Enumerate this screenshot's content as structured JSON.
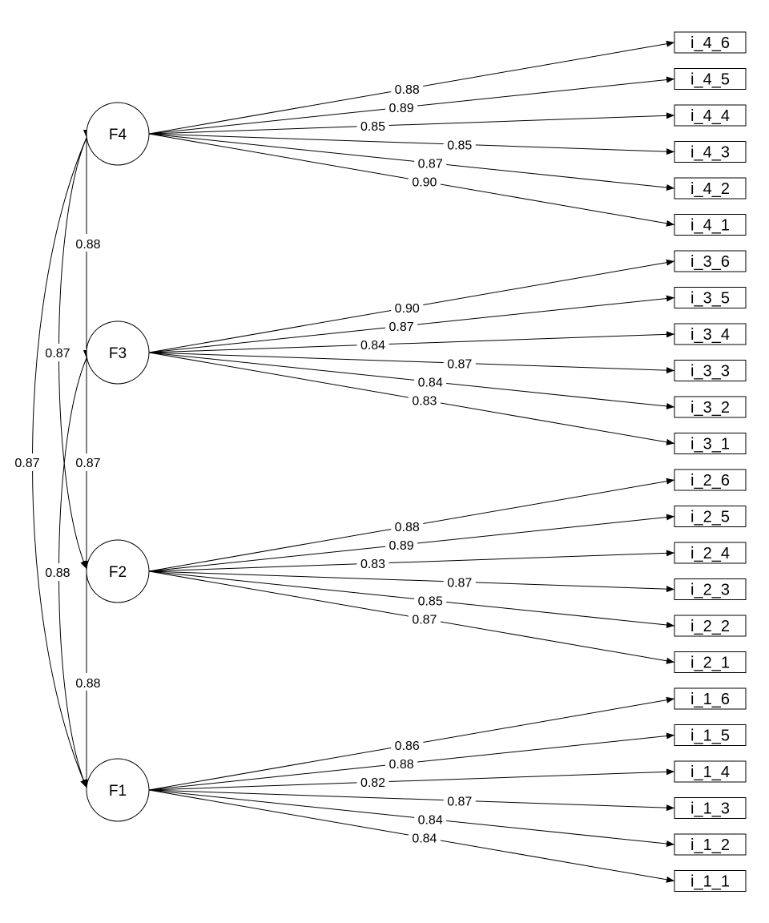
{
  "factors": [
    {
      "label": "F4",
      "items": [
        {
          "label": "i_4_6",
          "loading": "0.88"
        },
        {
          "label": "i_4_5",
          "loading": "0.89"
        },
        {
          "label": "i_4_4",
          "loading": "0.85"
        },
        {
          "label": "i_4_3",
          "loading": "0.85"
        },
        {
          "label": "i_4_2",
          "loading": "0.87"
        },
        {
          "label": "i_4_1",
          "loading": "0.90"
        }
      ]
    },
    {
      "label": "F3",
      "items": [
        {
          "label": "i_3_6",
          "loading": "0.90"
        },
        {
          "label": "i_3_5",
          "loading": "0.87"
        },
        {
          "label": "i_3_4",
          "loading": "0.84"
        },
        {
          "label": "i_3_3",
          "loading": "0.87"
        },
        {
          "label": "i_3_2",
          "loading": "0.84"
        },
        {
          "label": "i_3_1",
          "loading": "0.83"
        }
      ]
    },
    {
      "label": "F2",
      "items": [
        {
          "label": "i_2_6",
          "loading": "0.88"
        },
        {
          "label": "i_2_5",
          "loading": "0.89"
        },
        {
          "label": "i_2_4",
          "loading": "0.83"
        },
        {
          "label": "i_2_3",
          "loading": "0.87"
        },
        {
          "label": "i_2_2",
          "loading": "0.85"
        },
        {
          "label": "i_2_1",
          "loading": "0.87"
        }
      ]
    },
    {
      "label": "F1",
      "items": [
        {
          "label": "i_1_6",
          "loading": "0.86"
        },
        {
          "label": "i_1_5",
          "loading": "0.88"
        },
        {
          "label": "i_1_4",
          "loading": "0.82"
        },
        {
          "label": "i_1_3",
          "loading": "0.87"
        },
        {
          "label": "i_1_2",
          "loading": "0.84"
        },
        {
          "label": "i_1_1",
          "loading": "0.84"
        }
      ]
    }
  ],
  "covariances": {
    "f4_f3": "0.88",
    "f3_f2": "0.87",
    "f2_f1": "0.88",
    "f4_f2": "0.87",
    "f3_f1": "0.88",
    "f4_f1": "0.87"
  }
}
